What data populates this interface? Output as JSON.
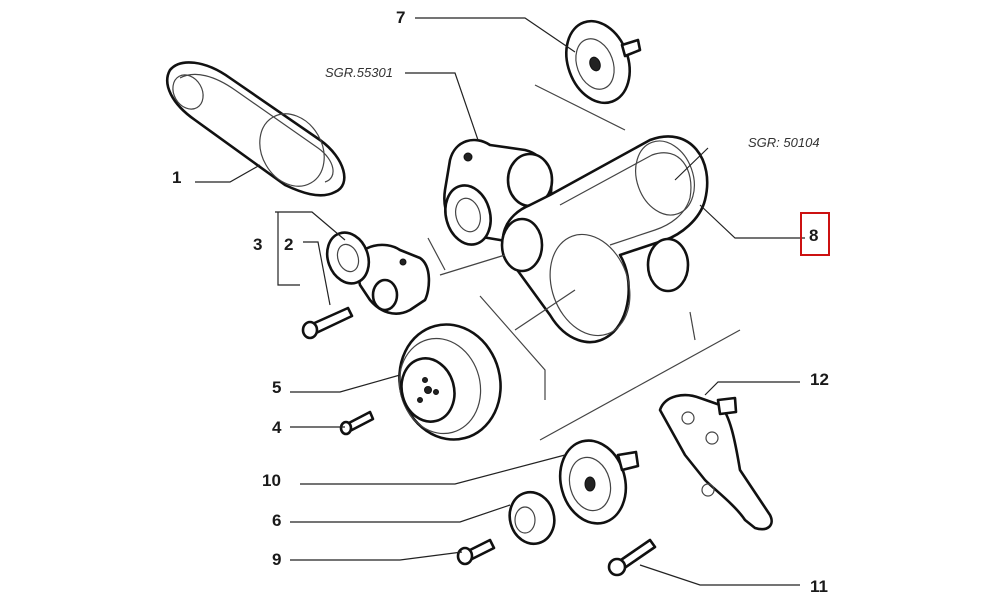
{
  "diagram": {
    "callouts": [
      {
        "id": "1",
        "label": "1"
      },
      {
        "id": "2",
        "label": "2"
      },
      {
        "id": "3",
        "label": "3"
      },
      {
        "id": "4",
        "label": "4"
      },
      {
        "id": "5",
        "label": "5"
      },
      {
        "id": "6",
        "label": "6"
      },
      {
        "id": "7",
        "label": "7"
      },
      {
        "id": "8",
        "label": "8",
        "highlighted": true
      },
      {
        "id": "9",
        "label": "9"
      },
      {
        "id": "10",
        "label": "10"
      },
      {
        "id": "11",
        "label": "11"
      },
      {
        "id": "12",
        "label": "12"
      }
    ],
    "references": [
      {
        "id": "sgr-55301",
        "label": "SGR.55301"
      },
      {
        "id": "sgr-50104",
        "label": "SGR: 50104"
      }
    ],
    "highlight_color": "#cc1111",
    "line_color": "#111111"
  }
}
